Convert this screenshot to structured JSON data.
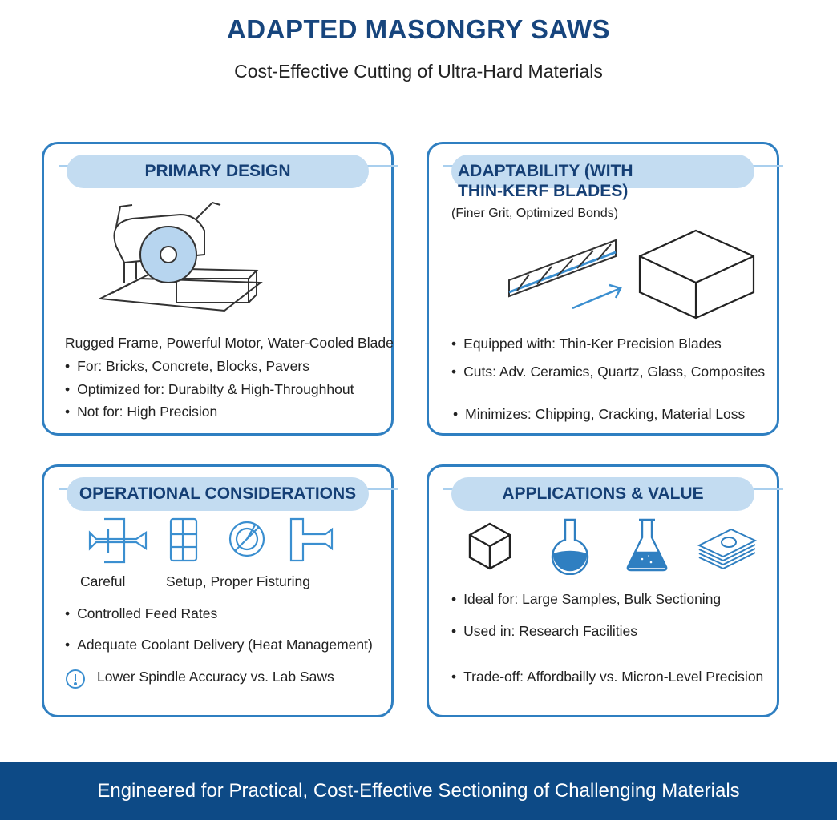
{
  "header": {
    "title": "ADAPTED MASONGRY SAWS",
    "subtitle": "Cost-Effective Cutting of Ultra-Hard Materials"
  },
  "cards": [
    {
      "title": "PRIMARY DESIGN",
      "items": [
        "Rugged Frame, Powerful Motor, Water-Cooled Blade",
        "For: Bricks, Concrete, Blocks, Pavers",
        "Optimized for: Durabilty & High-Throughhout",
        "Not for: High Precision"
      ]
    },
    {
      "title_line1": "ADAPTABILITY (WITH",
      "title_line2": "THIN-KERF BLADES)",
      "subtitle": "(Finer Grit, Optimized Bonds)",
      "items": [
        "Equipped with: Thin-Ker Precision Blades",
        "Cuts: Adv. Ceramics, Quartz, Glass, Composites",
        "Minimizes: Chipping, Cracking, Material Loss"
      ]
    },
    {
      "title": "OPERATIONAL CONSIDERATIONS",
      "caption_a": "Careful",
      "caption_b": "Setup, Proper Fisturing",
      "items": [
        "Controlled Feed Rates",
        "Adequate Coolant Delivery (Heat Management)"
      ],
      "warning": "Lower Spindle Accuracy vs. Lab Saws"
    },
    {
      "title": "APPLICATIONS & VALUE",
      "items": [
        "Ideal for: Large Samples, Bulk Sectioning",
        "Used in: Research Facilities",
        "Trade-off: Affordbailly vs. Micron-Level Precision"
      ]
    }
  ],
  "footer": {
    "text": "Engineered for Practical, Cost-Effective Sectioning of Challenging Materials"
  },
  "colors": {
    "accent": "#2f7fc1",
    "navy": "#0d4a86",
    "pill": "#c3dcf1"
  }
}
